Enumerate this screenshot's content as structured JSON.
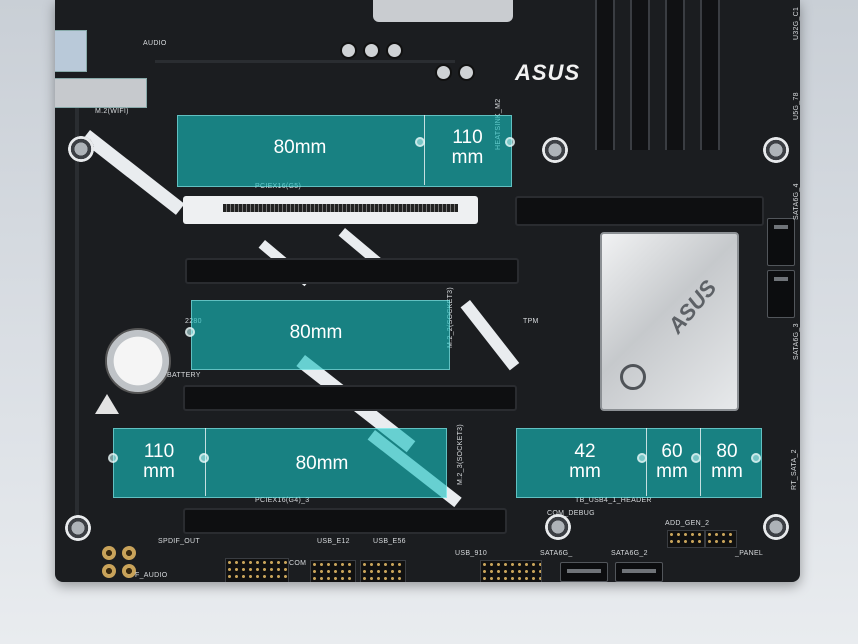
{
  "brand": {
    "top_logo": "ASUS",
    "heatsink_logo": "ASUS"
  },
  "m2_slots": [
    {
      "id": "top",
      "sizes": [
        "80mm",
        "110\nmm"
      ]
    },
    {
      "id": "middle",
      "sizes": [
        "80mm"
      ]
    },
    {
      "id": "bottom_left",
      "sizes": [
        "110\nmm",
        "80mm"
      ]
    },
    {
      "id": "bottom_right",
      "sizes": [
        "42\nmm",
        "60\nmm",
        "80\nmm"
      ]
    }
  ],
  "silkscreen": {
    "m2_wifi": "M.2(WIFI)",
    "audio_top": "AUDIO",
    "pcie_g5": "PCIEX16(G5)",
    "heatsink_m2": "HEATSINK_M2",
    "m2_1": "2280",
    "tpm": "TPM",
    "battery": "BATTERY",
    "socket2": "M.2_2(SOCKET3)",
    "socket3": "M.2_3(SOCKET3)",
    "pcie_g4": "PCIEX16(G4)_3",
    "usb_4": "TB_USB4_1_HEADER",
    "com_debug": "COM_DEBUG",
    "spdif": "SPDIF_OUT",
    "usb_e12": "USB_E12",
    "usb_e56": "USB_E56",
    "com": "COM",
    "usb_910": "USB_910",
    "sata6g_top": "SATA6G_",
    "sata6g_2": "SATA6G_2",
    "argb": "ADD_GEN_2",
    "panel": "_PANEL",
    "sata6g_4": "SATA6G_4",
    "sata6g_3": "SATA6G_3",
    "usb_78": "U5G_78",
    "u32g": "U32G_C1",
    "audio_bottom": "F_AUDIO",
    "sata_right": "RT_SATA_2"
  }
}
